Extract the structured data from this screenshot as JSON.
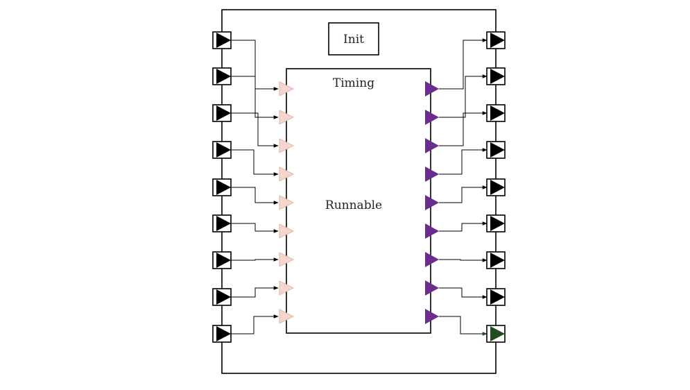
{
  "diagram": {
    "labels": {
      "init": "Init",
      "timing": "Timing",
      "runnable": "Runnable"
    },
    "input_port_count": 9,
    "output_port_count": 9,
    "inner_input_count": 9,
    "inner_output_count": 9,
    "colors": {
      "line": "#000000",
      "inner_input_fill": "#f4d6cc",
      "inner_input_stroke": "#e2b7a8",
      "inner_output_fill": "#6a2c8e",
      "port_fill": "#000000",
      "last_port_fill": "#1f4d1f",
      "background": "#ffffff"
    },
    "icons": {
      "outer_port": "port-triangle-icon",
      "inner_input": "inport-triangle-icon",
      "inner_output": "outport-triangle-icon"
    }
  }
}
